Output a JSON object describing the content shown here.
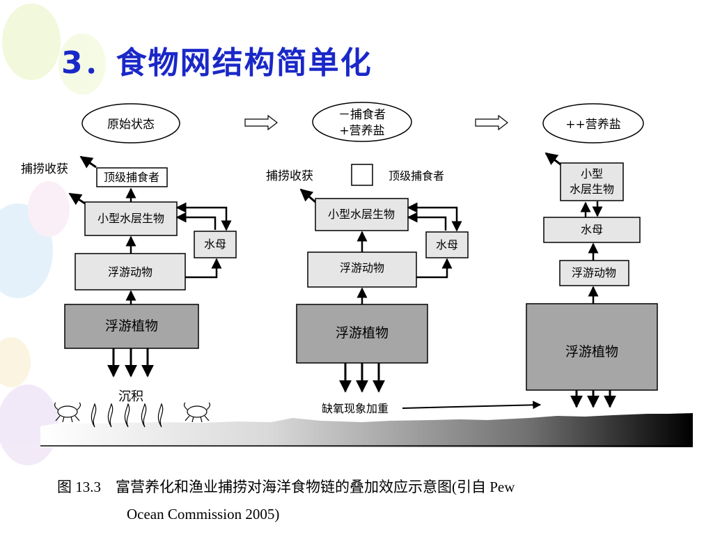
{
  "slide": {
    "title": "3．食物网结构简单化",
    "caption_line1": "图 13.3　富营养化和渔业捕捞对海洋食物链的叠加效应示意图(引自 Pew",
    "caption_line2": "Ocean Commission 2005)"
  },
  "diagram": {
    "states": [
      "原始状态",
      "－捕食者",
      "+营养盐",
      "++营养盐"
    ],
    "nodes": {
      "top_predator": "顶级捕食者",
      "small_pelagic": "小型水层生物",
      "small_pelagic_line1": "小型",
      "small_pelagic_line2": "水层生物",
      "jellyfish": "水母",
      "zooplankton": "浮游动物",
      "phytoplankton": "浮游植物"
    },
    "labels": {
      "fishing": "捕捞收获",
      "sediment": "沉积",
      "hypoxia": "缺氧现象加重"
    }
  },
  "colors": {
    "title": "#1a28c8",
    "light_box": "#e6e6e6",
    "dark_box": "#a6a6a6"
  }
}
